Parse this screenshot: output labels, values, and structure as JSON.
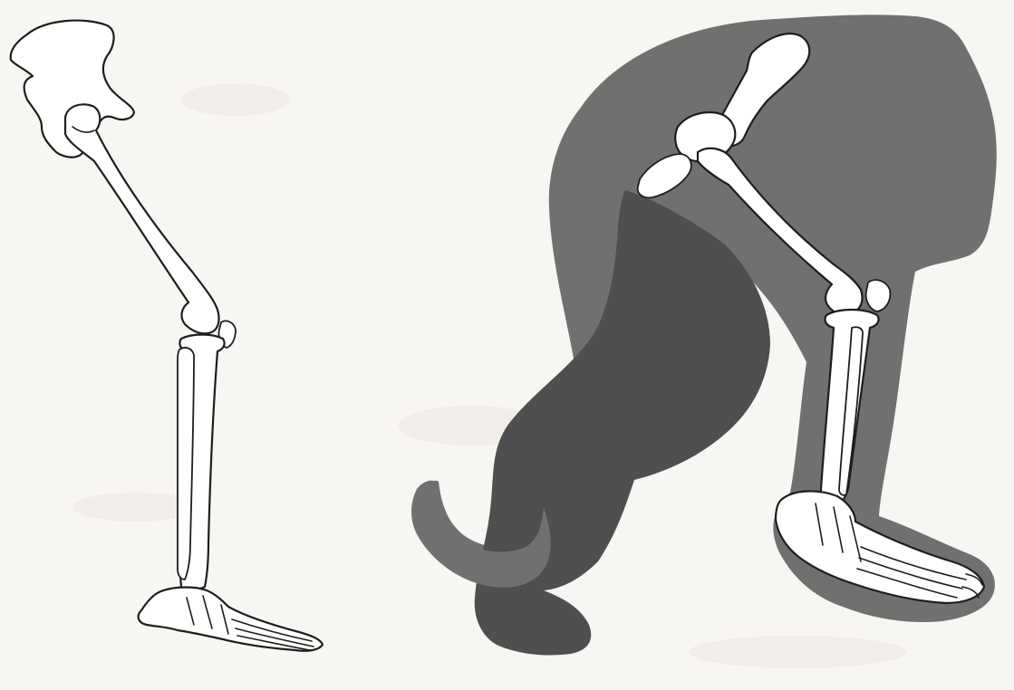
{
  "figure": {
    "panels": [
      {
        "id": "left",
        "subject": "human-leg-skeleton"
      },
      {
        "id": "right",
        "subject": "animal-hindleg-skeleton-with-silhouette"
      }
    ],
    "colors": {
      "background": "#f7f6f3",
      "bone_fill": "#ffffff",
      "outline": "#1e1e1e",
      "silhouette_light": "#707070",
      "silhouette_dark": "#4f4f4f"
    }
  }
}
